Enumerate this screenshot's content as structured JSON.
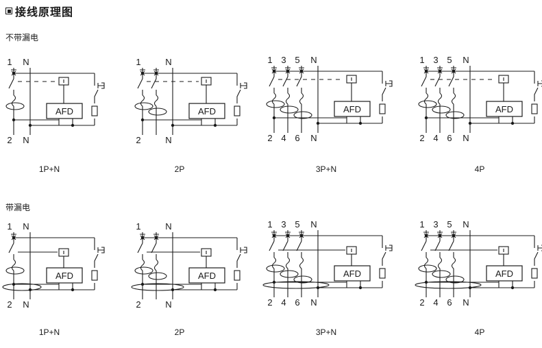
{
  "title": "接线原理图",
  "sections": [
    {
      "label": "不带漏电",
      "diagrams": [
        {
          "caption": "1P+N",
          "poles_top": [
            "1"
          ],
          "poles_bottom": [
            "2"
          ],
          "neutral": "N",
          "device": "AFD"
        },
        {
          "caption": "2P",
          "poles_top": [
            "1"
          ],
          "poles_bottom": [
            "2"
          ],
          "neutral": "N",
          "device": "AFD"
        },
        {
          "caption": "3P+N",
          "poles_top": [
            "1",
            "3",
            "5"
          ],
          "poles_bottom": [
            "2",
            "4",
            "6"
          ],
          "neutral": "N",
          "device": "AFD"
        },
        {
          "caption": "4P",
          "poles_top": [
            "1",
            "3",
            "5"
          ],
          "poles_bottom": [
            "2",
            "4",
            "6"
          ],
          "neutral": "N",
          "device": "AFD"
        }
      ]
    },
    {
      "label": "带漏电",
      "diagrams": [
        {
          "caption": "1P+N",
          "poles_top": [
            "1"
          ],
          "poles_bottom": [
            "2"
          ],
          "neutral": "N",
          "device": "AFD"
        },
        {
          "caption": "2P",
          "poles_top": [
            "1"
          ],
          "poles_bottom": [
            "2"
          ],
          "neutral": "N",
          "device": "AFD"
        },
        {
          "caption": "3P+N",
          "poles_top": [
            "1",
            "3",
            "5"
          ],
          "poles_bottom": [
            "2",
            "4",
            "6"
          ],
          "neutral": "N",
          "device": "AFD"
        },
        {
          "caption": "4P",
          "poles_top": [
            "1",
            "3",
            "5"
          ],
          "poles_bottom": [
            "2",
            "4",
            "6"
          ],
          "neutral": "N",
          "device": "AFD"
        }
      ]
    }
  ]
}
